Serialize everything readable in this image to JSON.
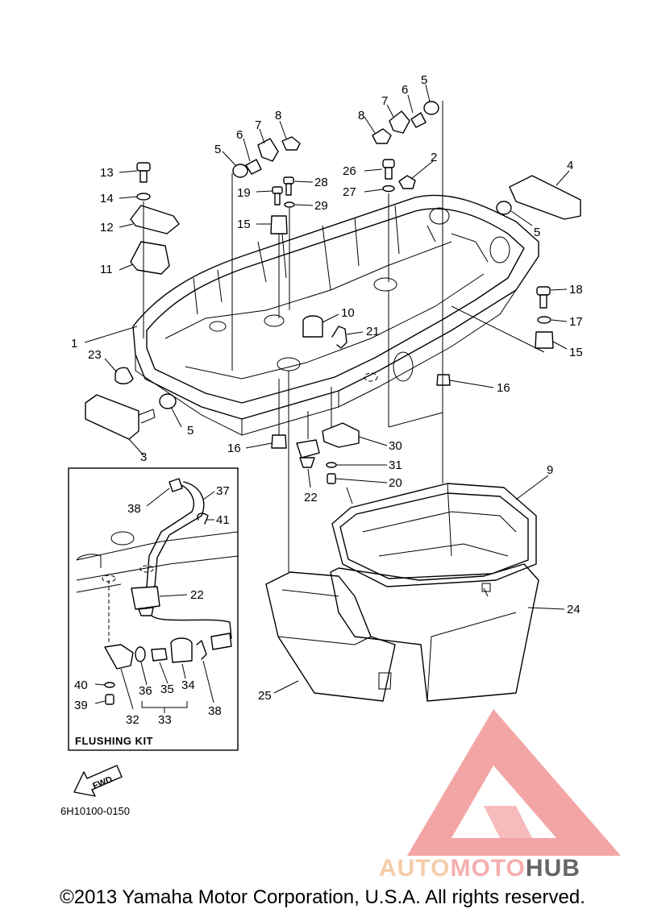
{
  "callouts": [
    {
      "n": "1"
    },
    {
      "n": "2"
    },
    {
      "n": "3"
    },
    {
      "n": "4"
    },
    {
      "n": "5"
    },
    {
      "n": "5"
    },
    {
      "n": "5"
    },
    {
      "n": "5"
    },
    {
      "n": "6"
    },
    {
      "n": "6"
    },
    {
      "n": "7"
    },
    {
      "n": "7"
    },
    {
      "n": "8"
    },
    {
      "n": "8"
    },
    {
      "n": "9"
    },
    {
      "n": "10"
    },
    {
      "n": "11"
    },
    {
      "n": "12"
    },
    {
      "n": "13"
    },
    {
      "n": "14"
    },
    {
      "n": "15"
    },
    {
      "n": "15"
    },
    {
      "n": "16"
    },
    {
      "n": "16"
    },
    {
      "n": "17"
    },
    {
      "n": "18"
    },
    {
      "n": "19"
    },
    {
      "n": "20"
    },
    {
      "n": "21"
    },
    {
      "n": "22"
    },
    {
      "n": "22"
    },
    {
      "n": "23"
    },
    {
      "n": "24"
    },
    {
      "n": "25"
    },
    {
      "n": "26"
    },
    {
      "n": "27"
    },
    {
      "n": "28"
    },
    {
      "n": "29"
    },
    {
      "n": "30"
    },
    {
      "n": "31"
    },
    {
      "n": "32"
    },
    {
      "n": "33"
    },
    {
      "n": "34"
    },
    {
      "n": "35"
    },
    {
      "n": "36"
    },
    {
      "n": "37"
    },
    {
      "n": "38"
    },
    {
      "n": "38"
    },
    {
      "n": "39"
    },
    {
      "n": "40"
    },
    {
      "n": "41"
    }
  ],
  "inset_title": "FLUSHING KIT",
  "direction_label": "FWD",
  "diagram_code": "6H10100-0150",
  "watermark": {
    "auto": "AUTO",
    "moto": "MOTO",
    "hub": "HUB",
    "color_a": "#f4b183",
    "color_b": "#f08080",
    "color_c": "#444444"
  },
  "copyright": "©2013 Yamaha Motor Corporation, U.S.A. All rights reserved."
}
